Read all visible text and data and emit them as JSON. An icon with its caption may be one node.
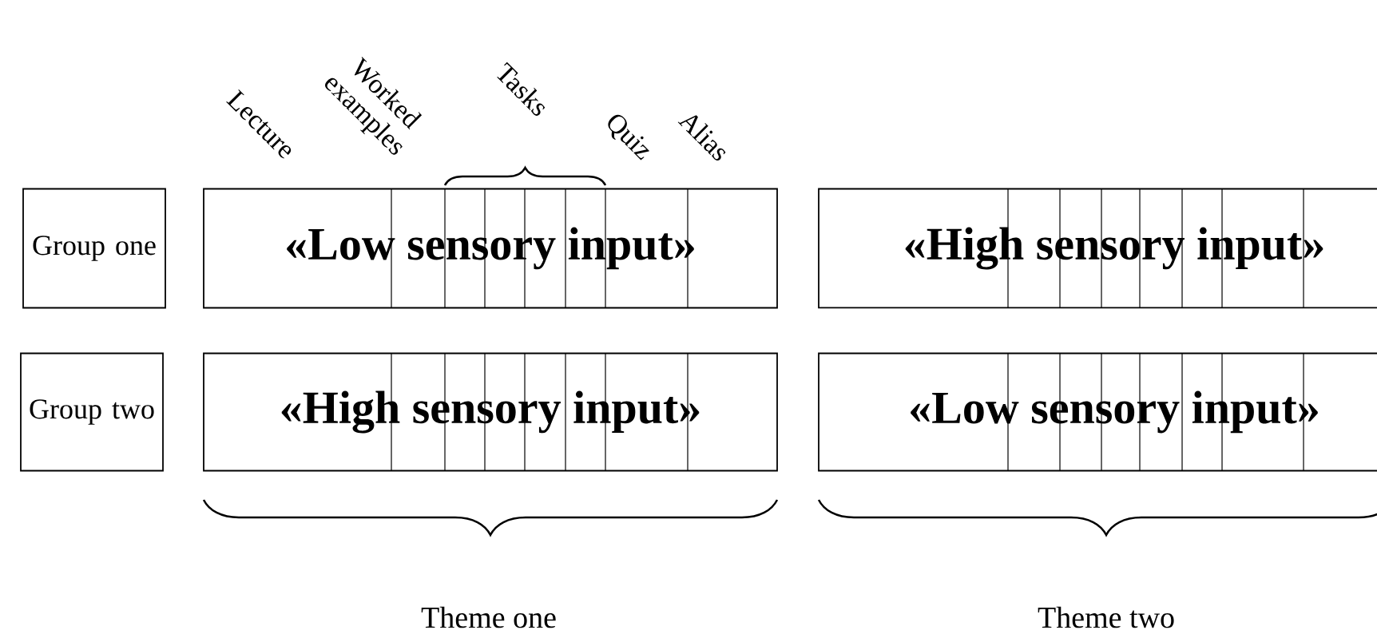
{
  "diagram": {
    "nodes": [
      {
        "text": [
          "Group one"
        ]
      },
      {
        "text": [
          "«Low sensory input»"
        ]
      },
      {
        "text": [
          "«High sensory input»"
        ]
      },
      {
        "text": [
          "Group two"
        ]
      },
      {
        "text": [
          "«High sensory input»"
        ]
      },
      {
        "text": [
          "«Low sensory input»"
        ]
      }
    ],
    "labels": [
      "Lecture",
      "Worked examples",
      "Tasks",
      "Quiz",
      "Alias",
      "Theme one",
      "Theme two"
    ]
  }
}
